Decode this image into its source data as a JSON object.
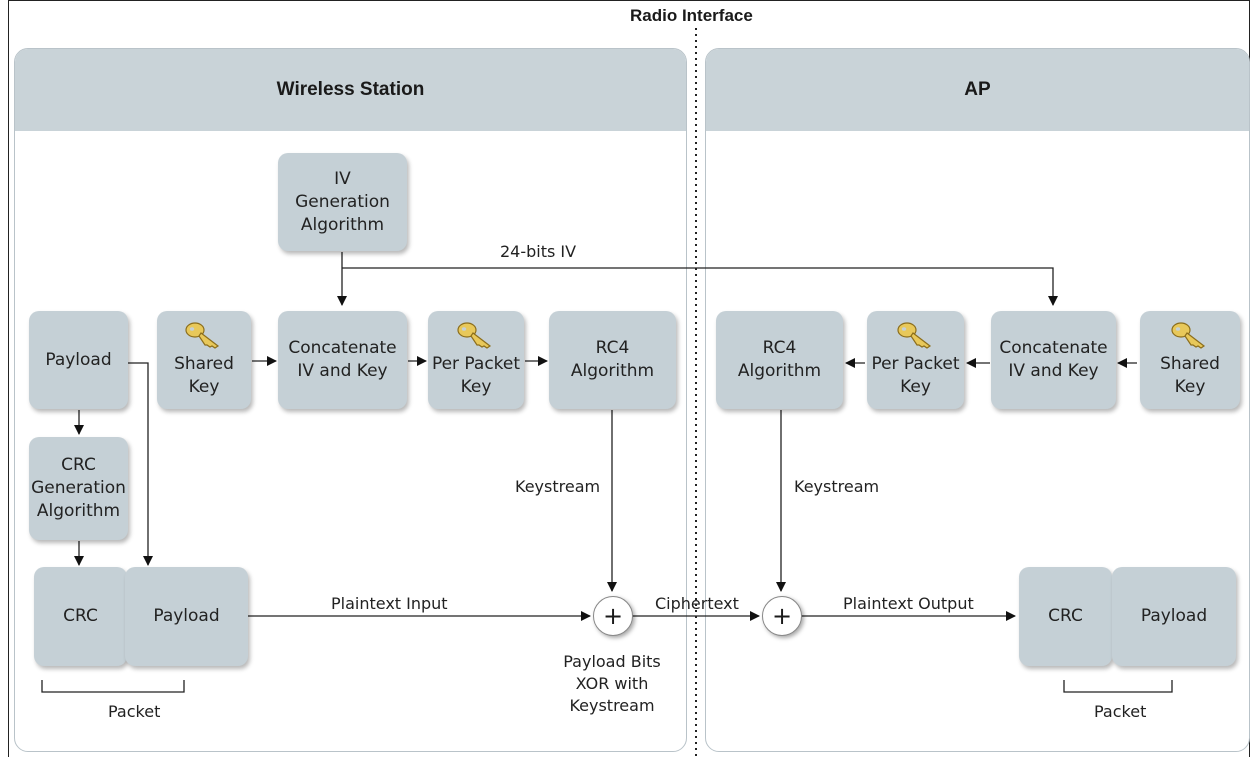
{
  "title": "Radio Interface",
  "station": {
    "heading": "Wireless Station",
    "iv_box": [
      "IV",
      "Generation",
      "Algorithm"
    ],
    "iv_label": "24-bits  IV",
    "payload": "Payload",
    "shared_key": [
      "Shared",
      "Key"
    ],
    "concatenate": [
      "Concatenate",
      "IV and Key"
    ],
    "per_packet_key": [
      "Per Packet",
      "Key"
    ],
    "rc4": [
      "RC4",
      "Algorithm"
    ],
    "crc_gen": [
      "CRC",
      "Generation",
      "Algorithm"
    ],
    "keystream": "Keystream",
    "crc": "CRC",
    "packet_payload": "Payload",
    "plaintext_input": "Plaintext Input",
    "xor_symbol": "+",
    "xor_caption": [
      "Payload Bits",
      "XOR with",
      "Keystream"
    ],
    "packet": "Packet"
  },
  "ciphertext": "Ciphertext",
  "ap": {
    "heading": "AP",
    "rc4": [
      "RC4",
      "Algorithm"
    ],
    "per_packet_key": [
      "Per Packet",
      "Key"
    ],
    "concatenate": [
      "Concatenate",
      "IV and Key"
    ],
    "shared_key": [
      "Shared",
      "Key"
    ],
    "keystream": "Keystream",
    "xor_symbol": "+",
    "plaintext_output": "Plaintext Output",
    "crc": "CRC",
    "packet_payload": "Payload",
    "packet": "Packet"
  },
  "colors": {
    "box": "#c5d0d6",
    "header": "#c9d3d8",
    "key": "#e8c85a"
  },
  "icons": {
    "key": "key-icon"
  }
}
